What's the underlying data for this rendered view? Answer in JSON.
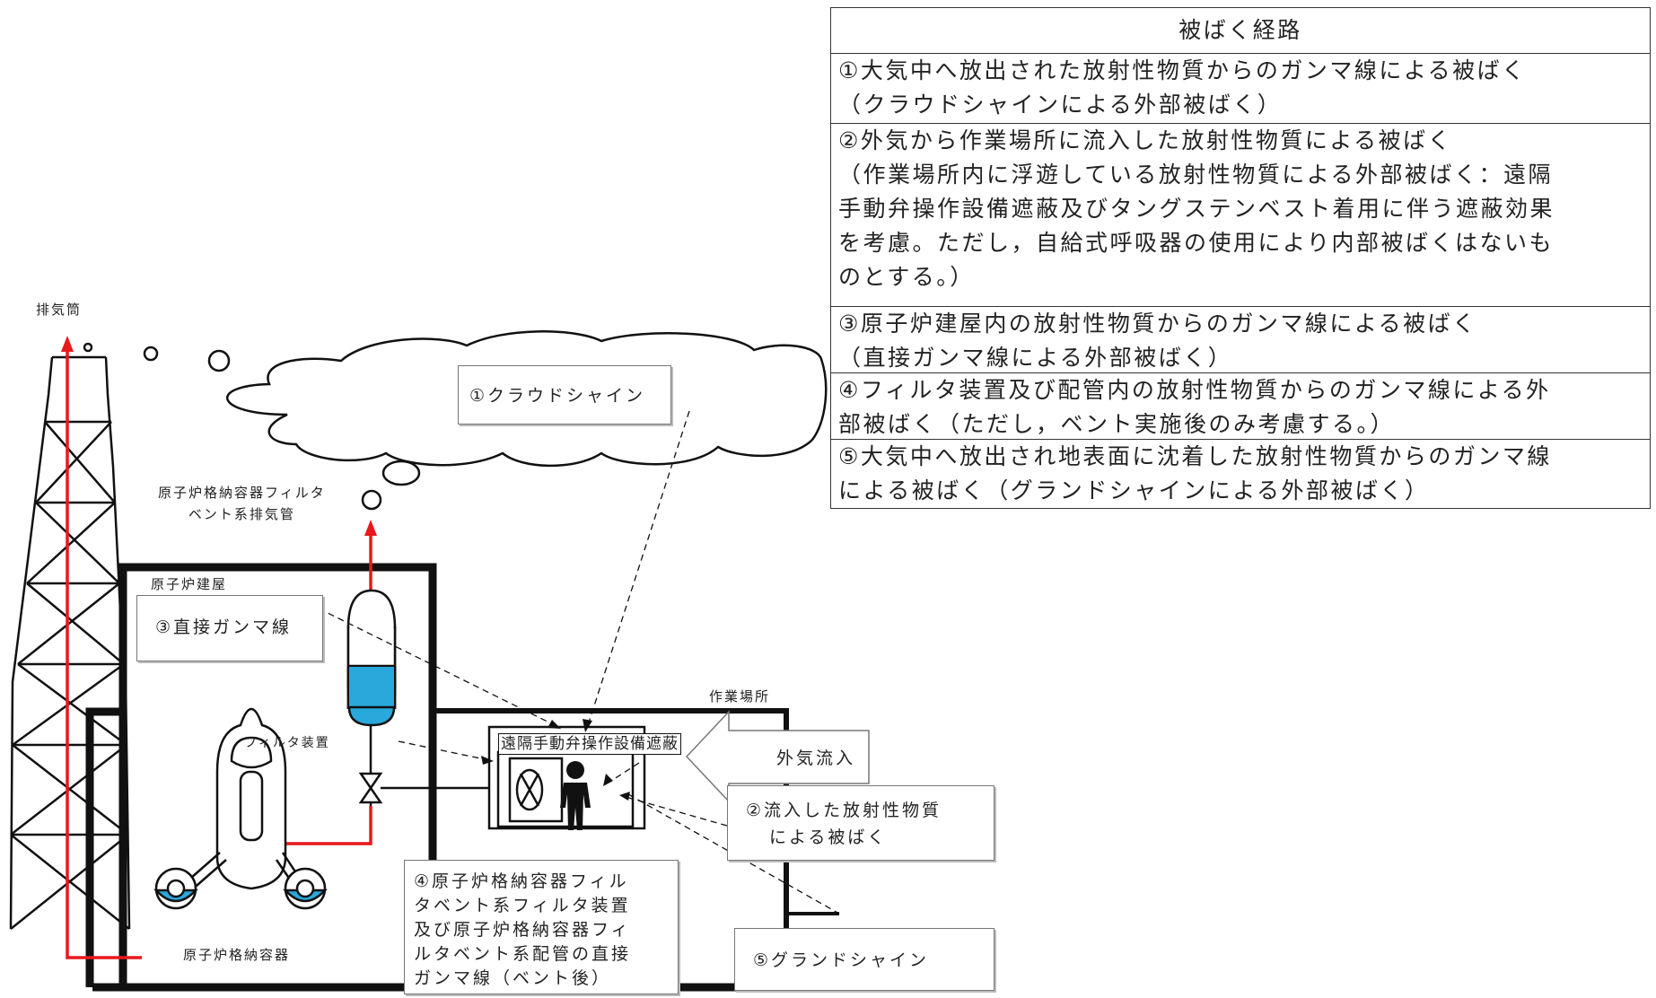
{
  "table": {
    "header": "被ばく経路",
    "rows": [
      [
        "①大気中へ放出された放射性物質からのガンマ線による被ばく",
        "（クラウドシャインによる外部被ばく）"
      ],
      [
        "②外気から作業場所に流入した放射性物質による被ばく",
        "（作業場所内に浮遊している放射性物質による外部被ばく：遠隔",
        "手動弁操作設備遮蔽及びタングステンベスト着用に伴う遮蔽効果",
        "を考慮。ただし，自給式呼吸器の使用により内部被ばくはないも",
        "のとする。）"
      ],
      [
        "③原子炉建屋内の放射性物質からのガンマ線による被ばく",
        "（直接ガンマ線による外部被ばく）"
      ],
      [
        "④フィルタ装置及び配管内の放射性物質からのガンマ線による外",
        "部被ばく（ただし，ベント実施後のみ考慮する。）"
      ],
      [
        "⑤大気中へ放出され地表面に沈着した放射性物質からのガンマ線",
        "による被ばく（グランドシャインによる外部被ばく）"
      ]
    ]
  },
  "labels": {
    "stack": "排気筒",
    "cloudshine": "①クラウドシャイン",
    "vent_pipe_1": "原子炉格納容器フィルタ",
    "vent_pipe_2": "ベント系排気管",
    "reactor_building": "原子炉建屋",
    "direct_gamma": "③直接ガンマ線",
    "work_area": "作業場所",
    "filter_device": "フィルタ装置",
    "shield": "遠隔手動弁操作設備遮蔽",
    "outside_air": "外気流入",
    "inflow_1": "②流入した放射性物質",
    "inflow_2": "による被ばく",
    "filter_gamma": [
      "④原子炉格納容器フィル",
      "タベント系フィルタ装置",
      "及び原子炉格納容器フィ",
      "ルタベント系配管の直接",
      "ガンマ線（ベント後）"
    ],
    "containment": "原子炉格納容器",
    "groundshine": "⑤グランドシャイン"
  },
  "colors": {
    "vent_line": "#e8191b",
    "filter_water": "#29a8dc",
    "wall": "#111111"
  }
}
